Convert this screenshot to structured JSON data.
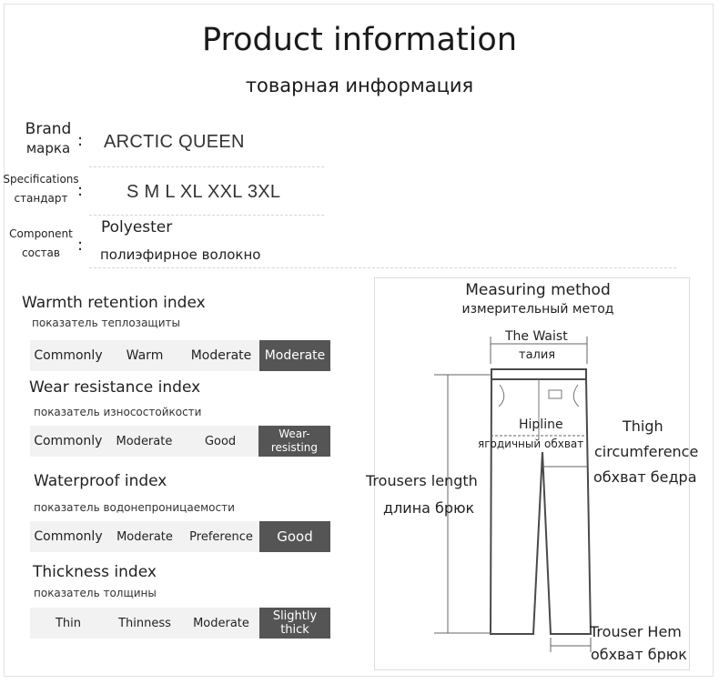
{
  "header": {
    "title": "Product information",
    "subtitle": "товарная информация"
  },
  "specs": {
    "brand": {
      "label_en": "Brand",
      "label_ru": "марка",
      "value": "ARCTIC QUEEN"
    },
    "size": {
      "label_en": "Specifications",
      "label_ru": "стандарт",
      "value": "S M L XL XXL 3XL"
    },
    "material": {
      "label_en": "Component",
      "label_ru": "состав",
      "value_en": "Polyester",
      "value_ru": "полиэфирное волокно"
    },
    "colon": ":"
  },
  "indices": [
    {
      "title": "Warmth retention index",
      "subtitle": "показатель теплозащиты",
      "options": [
        "Commonly",
        "Warm",
        "Moderate",
        "Moderate"
      ],
      "selected": 3
    },
    {
      "title": "Wear resistance index",
      "subtitle": "показатель износостойкости",
      "options": [
        "Commonly",
        "Moderate",
        "Good",
        "Wear-resisting"
      ],
      "selected": 3
    },
    {
      "title": "Waterproof index",
      "subtitle": "показатель водонепроницаемости",
      "options": [
        "Commonly",
        "Moderate",
        "Preference",
        "Good"
      ],
      "selected": 3
    },
    {
      "title": "Thickness index",
      "subtitle": "показатель толщины",
      "options": [
        "Thin",
        "Thinness",
        "Moderate",
        "Slightly thick"
      ],
      "selected": 3
    }
  ],
  "measuring": {
    "title_en": "Measuring method",
    "title_ru": "измерительный метод",
    "waist_en": "The Waist",
    "waist_ru": "талия",
    "hip_en": "Hipline",
    "hip_ru": "ягодичный обхват",
    "thigh_en_1": "Thigh",
    "thigh_en_2": "circumference",
    "thigh_ru": "обхват бедра",
    "length_en": "Trousers length",
    "length_ru": "длина брюк",
    "hem_en": "Trouser Hem",
    "hem_ru": "обхват брюк"
  },
  "colors": {
    "selected_bg": "#555555",
    "scale_bg": "#f2f2f2"
  }
}
